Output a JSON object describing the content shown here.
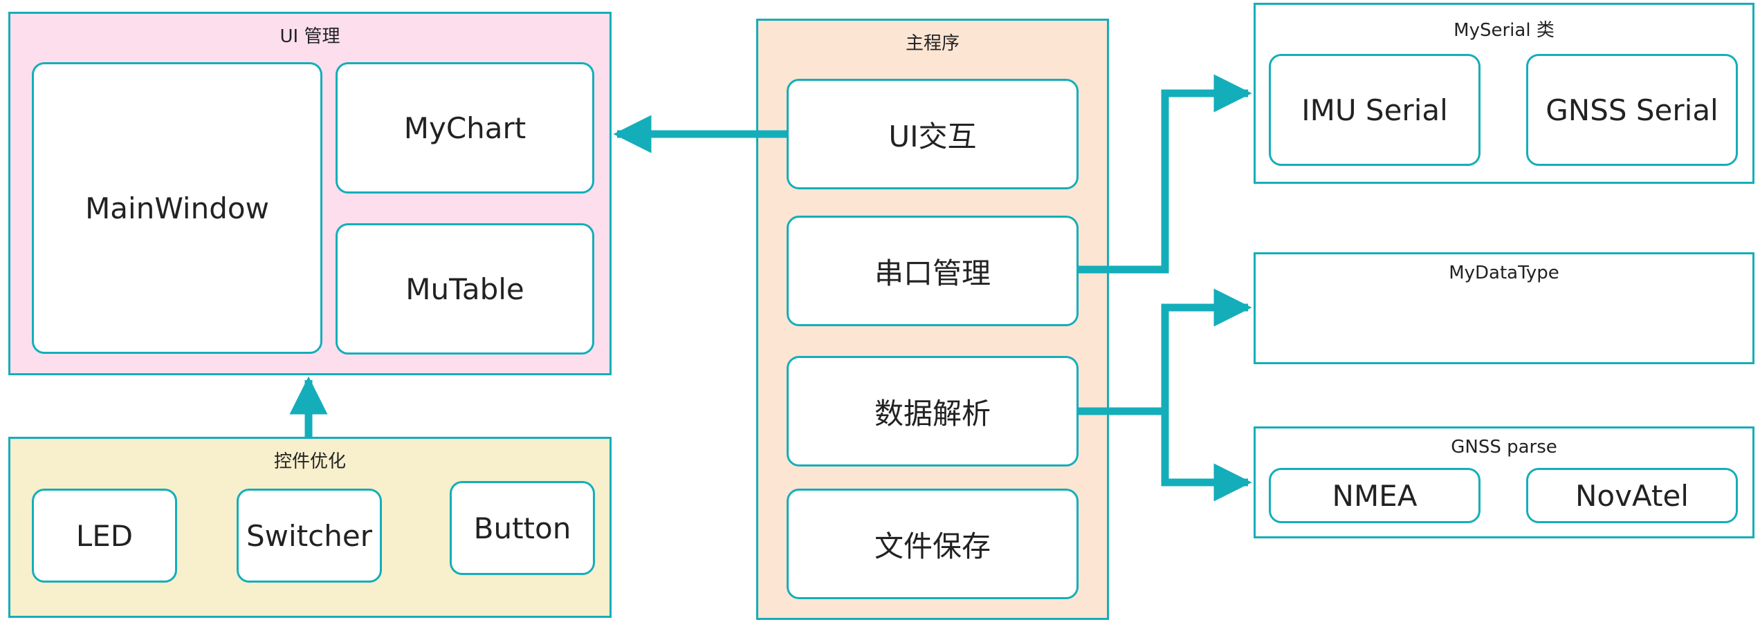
{
  "colors": {
    "accent": "#13aeba",
    "ui_bg": "#fcdeed",
    "opt_bg": "#f8efcc",
    "main_bg": "#fde5d4"
  },
  "groups": {
    "ui": {
      "title": "UI 管理"
    },
    "optimize": {
      "title": "控件优化"
    },
    "main": {
      "title": "主程序"
    },
    "serial": {
      "title": "MySerial 类"
    },
    "datatype": {
      "title": "MyDataType"
    },
    "gnss": {
      "title": "GNSS parse"
    }
  },
  "nodes": {
    "mainwindow": "MainWindow",
    "mychart": "MyChart",
    "mutable": "MuTable",
    "led": "LED",
    "switcher": "Switcher",
    "button": "Button",
    "ui_interact": "UI交互",
    "serial_mgmt": "串口管理",
    "data_parse": "数据解析",
    "file_save": "文件保存",
    "imu_serial": "IMU Serial",
    "gnss_serial": "GNSS Serial",
    "nmea": "NMEA",
    "novatel": "NovAtel"
  },
  "edges": [
    {
      "from": "UI交互",
      "to": "UI 管理"
    },
    {
      "from": "控件优化",
      "to": "UI 管理"
    },
    {
      "from": "串口管理",
      "to": "MySerial 类"
    },
    {
      "from": "数据解析",
      "to": "MyDataType"
    },
    {
      "from": "数据解析",
      "to": "GNSS parse"
    }
  ]
}
